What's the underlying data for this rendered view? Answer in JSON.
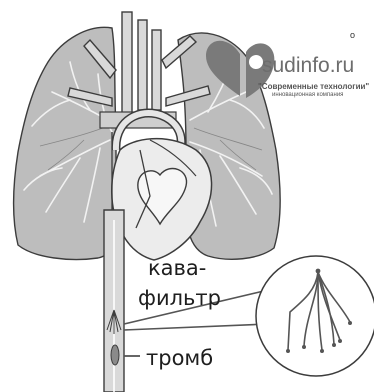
{
  "diagram": {
    "labels": {
      "label_1": "кава-",
      "label_2": "фильтр",
      "label_3": "тромб"
    }
  },
  "watermark": {
    "domain_text": "sudinfo.ru",
    "subtitle_1": "\"Современные технологии\"",
    "subtitle_2": "инновационная компания",
    "corner_text": "o"
  },
  "colors": {
    "lung_fill": "#bdbdbd",
    "vessel_fill": "#d9d9d9",
    "outline": "#3c3c3c",
    "airway_vein": "#f2f2f2",
    "logo": "#7a7a7a"
  },
  "icons": {
    "watermark_logo": "heart-gear-logo-icon",
    "filter_magnifier": "magnified-filter-icon"
  }
}
